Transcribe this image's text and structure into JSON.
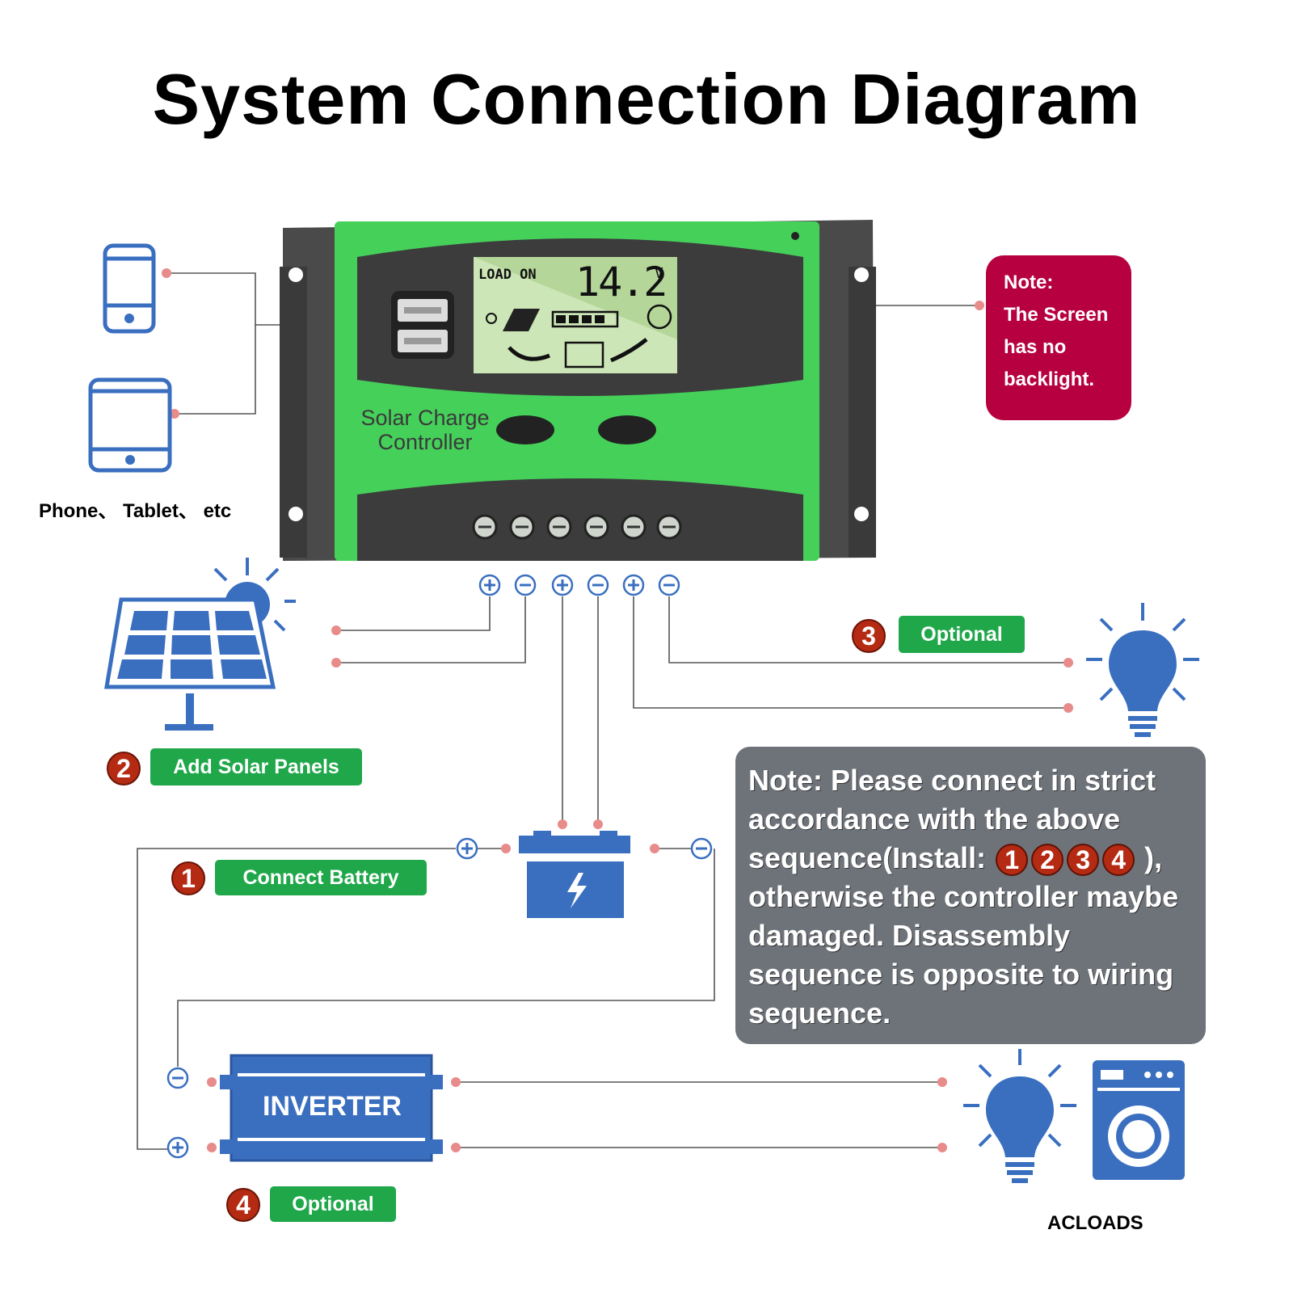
{
  "title": "System Connection Diagram",
  "controller": {
    "label_line1": "Solar Charge",
    "label_line2": "Controller",
    "lcd_status": "LOAD ON",
    "lcd_voltage": "14.2",
    "lcd_unit": "V"
  },
  "devices_caption": "Phone、 Tablet、 etc",
  "screen_note": {
    "line1": "Note:",
    "line2": "The Screen",
    "line3": "has no",
    "line4": "backlight."
  },
  "steps": [
    {
      "number": "1",
      "label": "Connect Battery"
    },
    {
      "number": "2",
      "label": "Add Solar Panels"
    },
    {
      "number": "3",
      "label": "Optional"
    },
    {
      "number": "4",
      "label": "Optional"
    }
  ],
  "inverter_label": "INVERTER",
  "acloads_caption": "ACLOADS",
  "wiring_note": {
    "part1": "Note: Please connect in strict accordance with the above sequence(Install: ",
    "seq": [
      "1",
      "2",
      "3",
      "4"
    ],
    "part2": " ), otherwise the controller maybe damaged. Disassembly sequence is opposite to wiring sequence."
  },
  "colors": {
    "icon_blue": "#3a6fc0",
    "controller_green": "#45d05a",
    "label_green": "#1fa74a",
    "step_red": "#b52a12",
    "note_red": "#b7003f",
    "note_gray": "#6e737a"
  }
}
